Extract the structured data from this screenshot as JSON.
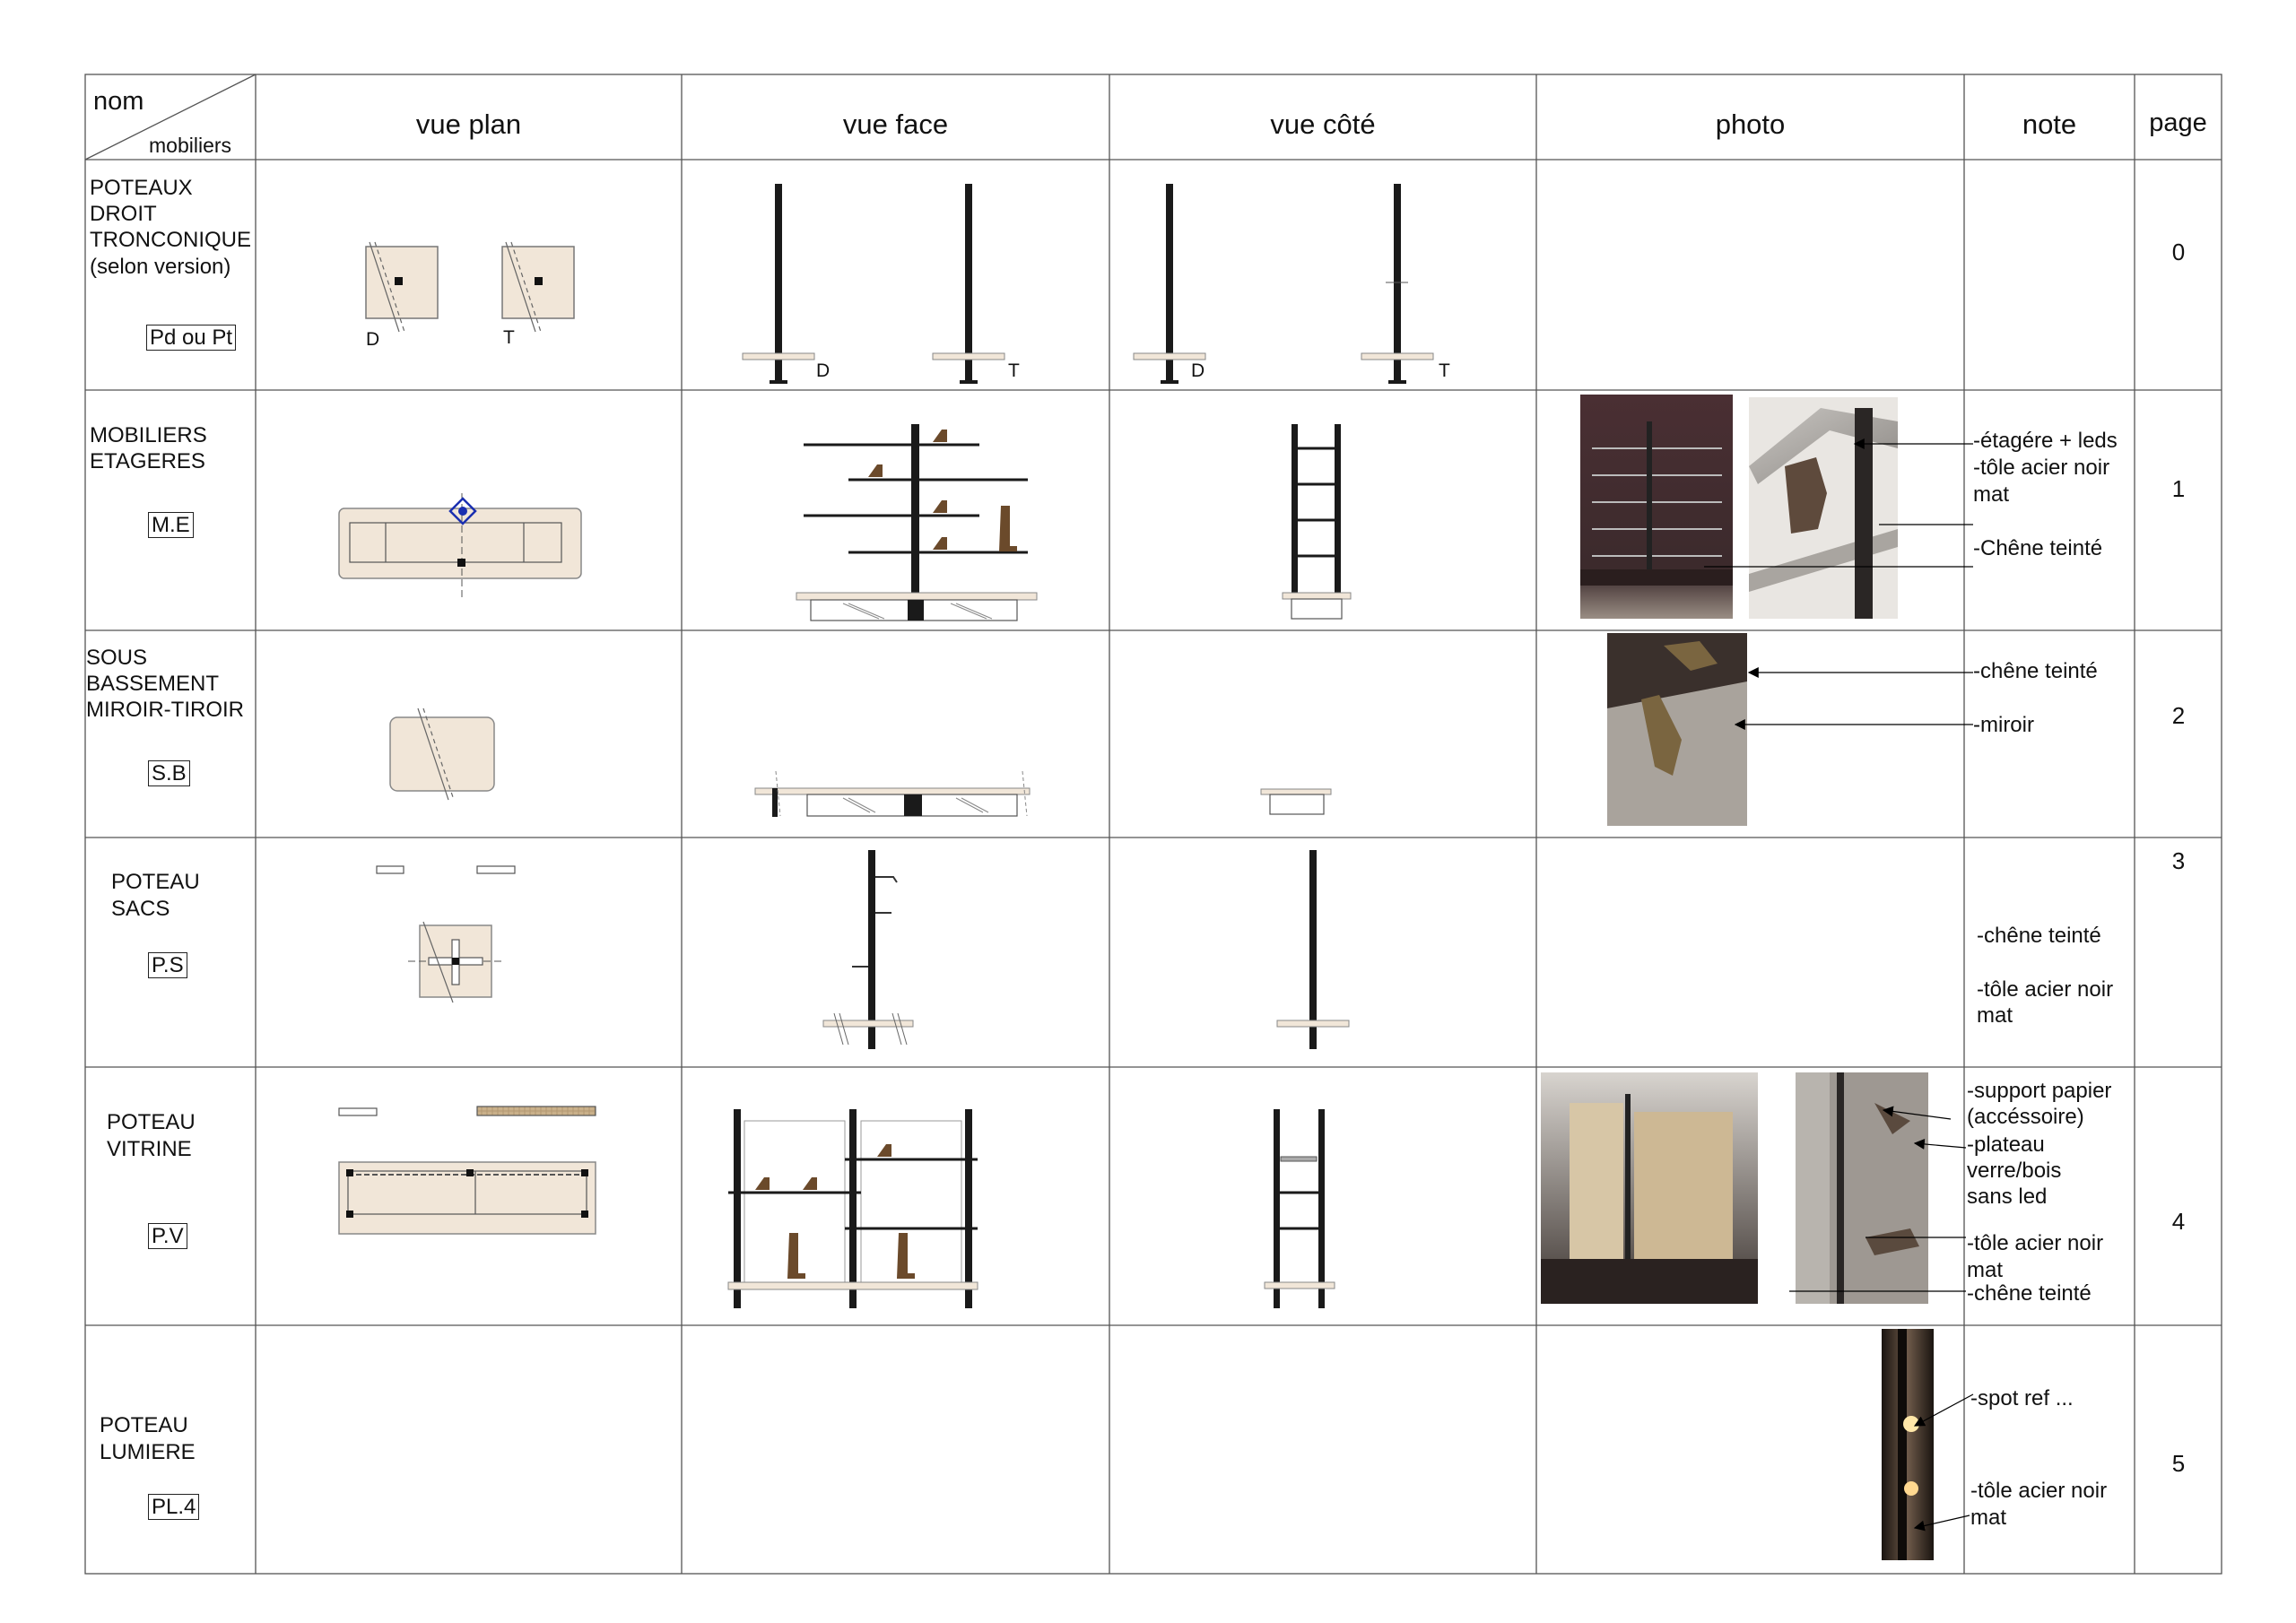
{
  "header": {
    "corner_top": "nom",
    "corner_bottom": "mobiliers",
    "columns": [
      "vue plan",
      "vue face",
      "vue côté",
      "photo",
      "note",
      "page"
    ]
  },
  "rows": [
    {
      "name_lines": [
        "POTEAUX",
        "DROIT",
        "TRONCONIQUE",
        "(selon version)"
      ],
      "code": "Pd ou Pt",
      "plan_labels": [
        "D",
        "T"
      ],
      "face_labels": [
        "D",
        "T"
      ],
      "side_labels": [
        "D",
        "T"
      ],
      "notes": [],
      "page": "0"
    },
    {
      "name_lines": [
        "MOBILIERS",
        "ETAGERES"
      ],
      "code": "M.E",
      "notes": [
        "-étagére + leds",
        "-tôle acier noir",
        "mat",
        "-Chêne teinté"
      ],
      "page": "1"
    },
    {
      "name_lines": [
        "SOUS",
        "BASSEMENT",
        "MIROIR-TIROIR"
      ],
      "code": "S.B",
      "notes": [
        "-chêne teinté",
        "-miroir"
      ],
      "page": "2"
    },
    {
      "name_lines": [
        "POTEAU",
        "SACS"
      ],
      "code": "P.S",
      "notes": [
        "-chêne teinté",
        "-tôle acier noir",
        "mat"
      ],
      "page": "3"
    },
    {
      "name_lines": [
        "POTEAU",
        "VITRINE"
      ],
      "code": "P.V",
      "notes": [
        "-support papier",
        "(accéssoire)",
        "-plateau",
        "verre/bois",
        "sans led",
        "-tôle acier noir",
        "mat",
        "-chêne teinté"
      ],
      "page": "4"
    },
    {
      "name_lines": [
        "POTEAU",
        "LUMIERE"
      ],
      "code": "PL.4",
      "notes": [
        "-spot ref ...",
        "-tôle acier noir",
        "mat"
      ],
      "page": "5"
    }
  ],
  "colors": {
    "oak": "#f1e6d8",
    "steel": "#1a1a1a",
    "grid": "#555555",
    "boot": "#6b4a2b"
  }
}
